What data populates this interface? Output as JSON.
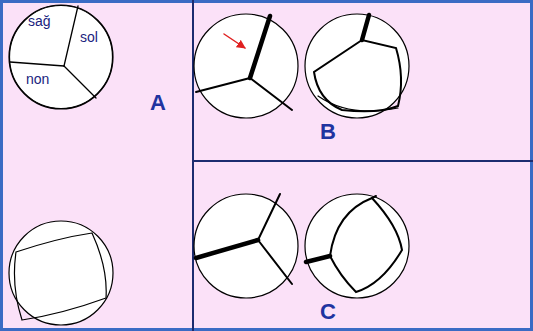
{
  "diagram": {
    "nodes": [
      {
        "text": [
          "sağ",
          "sol",
          "non"
        ]
      }
    ],
    "labels": [
      "A",
      "B",
      "C"
    ]
  }
}
